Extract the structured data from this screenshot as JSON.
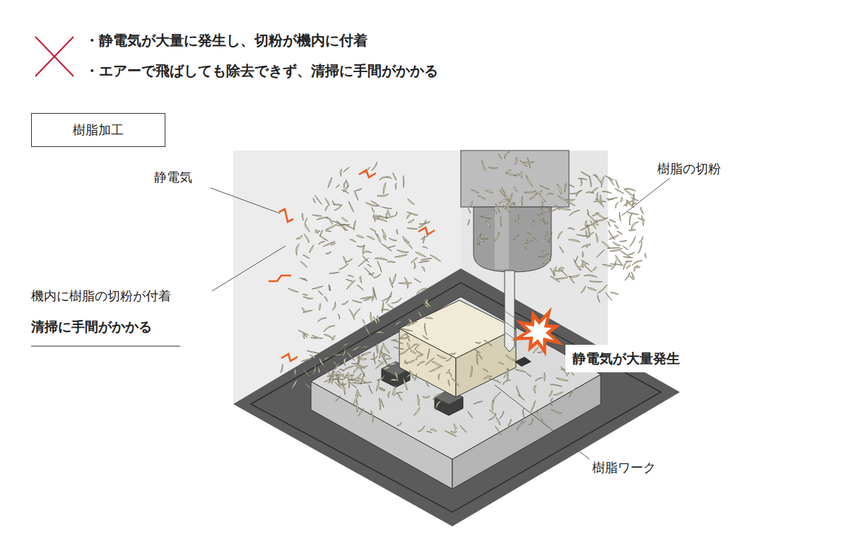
{
  "diagram": {
    "nodes": [
      {
        "text": [
          "樹脂加工"
        ]
      }
    ],
    "labels": [
      "・静電気が大量に発生し、切粉が機内に付着",
      "・エアーで飛ばしても除去できず、清掃に手間がかかる",
      "静電気",
      "樹脂の切粉",
      "機内に樹脂の切粉が付着",
      "清掃に手間がかかる",
      "静電気が大量発生",
      "樹脂ワーク"
    ]
  }
}
